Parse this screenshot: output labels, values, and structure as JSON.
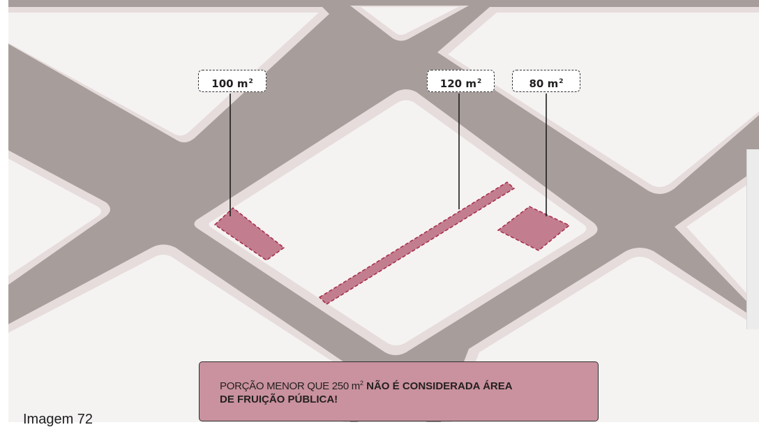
{
  "caption": "Imagem 72",
  "labels": {
    "area_left": "100 m",
    "area_middle": "120 m",
    "area_right": "80 m",
    "unit_sup": "2"
  },
  "notice": {
    "light_text": "PORÇÃO MENOR QUE 250 m",
    "light_sup": "2",
    "bold_text_line1": "NÃO É CONSIDERADA ÁREA",
    "bold_text_line2": "DE FRUIÇÃO PÚBLICA!"
  },
  "colors": {
    "street": "#a79e9c",
    "block_edge": "#e5dcdb",
    "block_fill": "#f5f2f2",
    "highlight_fill": "#c27d8f",
    "highlight_border": "#a52a45",
    "notice_fill": "#c9929e"
  }
}
